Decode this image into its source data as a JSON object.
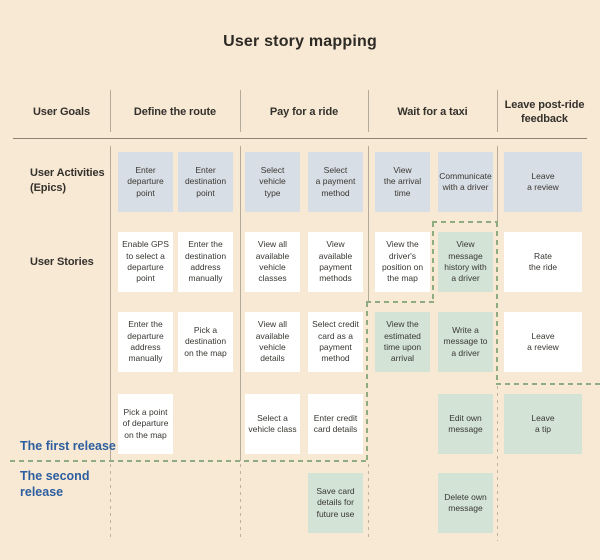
{
  "title": "User story mapping",
  "columns": [
    {
      "label": "User Goals"
    },
    {
      "label": "Define the route"
    },
    {
      "label": "Pay for a ride"
    },
    {
      "label": "Wait for a taxi"
    },
    {
      "label": "Leave post-ride\nfeedback"
    }
  ],
  "row_labels": {
    "epics": "User Activities\n(Epics)",
    "stories": "User Stories"
  },
  "releases": {
    "first": "The first release",
    "second": "The second\nrelease"
  },
  "colors": {
    "background": "#f7e9d4",
    "epic_card": "#d7dee5",
    "story_card": "#ffffff",
    "second_release_card": "#d3e4d7",
    "release_boundary_dash": "#8fac81",
    "release_label_text": "#2d5e9f"
  },
  "cards": [
    {
      "text": "Enter\ndeparture\npoint",
      "col": 0,
      "row": 0,
      "variant": "epic"
    },
    {
      "text": "Enter\ndestination\npoint",
      "col": 1,
      "row": 0,
      "variant": "epic"
    },
    {
      "text": "Select\nvehicle\ntype",
      "col": 2,
      "row": 0,
      "variant": "epic"
    },
    {
      "text": "Select\na payment\nmethod",
      "col": 3,
      "row": 0,
      "variant": "epic"
    },
    {
      "text": "View\nthe arrival\ntime",
      "col": 4,
      "row": 0,
      "variant": "epic"
    },
    {
      "text": "Communicate\nwith a driver",
      "col": 5,
      "row": 0,
      "variant": "epic"
    },
    {
      "text": "Leave\na review",
      "col": 6,
      "row": 0,
      "variant": "epic"
    },
    {
      "text": "Enable GPS\nto select a\ndeparture\npoint",
      "col": 0,
      "row": 1,
      "variant": "story"
    },
    {
      "text": "Enter the\ndestination\naddress\nmanually",
      "col": 1,
      "row": 1,
      "variant": "story"
    },
    {
      "text": "View all\navailable\nvehicle\nclasses",
      "col": 2,
      "row": 1,
      "variant": "story"
    },
    {
      "text": "View\navailable\npayment\nmethods",
      "col": 3,
      "row": 1,
      "variant": "story"
    },
    {
      "text": "View the\ndriver's\nposition on\nthe map",
      "col": 4,
      "row": 1,
      "variant": "story"
    },
    {
      "text": "View message\nhistory with\na driver",
      "col": 5,
      "row": 1,
      "variant": "second"
    },
    {
      "text": "Rate\nthe ride",
      "col": 6,
      "row": 1,
      "variant": "story"
    },
    {
      "text": "Enter the\ndeparture\naddress\nmanually",
      "col": 0,
      "row": 2,
      "variant": "story"
    },
    {
      "text": "Pick a\ndestination\non the map",
      "col": 1,
      "row": 2,
      "variant": "story"
    },
    {
      "text": "View all\navailable\nvehicle\ndetails",
      "col": 2,
      "row": 2,
      "variant": "story"
    },
    {
      "text": "Select credit\ncard as a\npayment\nmethod",
      "col": 3,
      "row": 2,
      "variant": "story"
    },
    {
      "text": "View the\nestimated\ntime upon\narrival",
      "col": 4,
      "row": 2,
      "variant": "second"
    },
    {
      "text": "Write a\nmessage to\na driver",
      "col": 5,
      "row": 2,
      "variant": "second"
    },
    {
      "text": "Leave\na review",
      "col": 6,
      "row": 2,
      "variant": "story"
    },
    {
      "text": "Pick a point\nof departure\non the map",
      "col": 0,
      "row": 3,
      "variant": "story"
    },
    {
      "text": "Select a\nvehicle class",
      "col": 2,
      "row": 3,
      "variant": "story"
    },
    {
      "text": "Enter credit\ncard details",
      "col": 3,
      "row": 3,
      "variant": "story"
    },
    {
      "text": "Edit own\nmessage",
      "col": 5,
      "row": 3,
      "variant": "second"
    },
    {
      "text": "Leave\na tip",
      "col": 6,
      "row": 3,
      "variant": "second"
    },
    {
      "text": "Save card\ndetails for\nfuture use",
      "col": 3,
      "row": 4,
      "variant": "second"
    },
    {
      "text": "Delete own\nmessage",
      "col": 5,
      "row": 4,
      "variant": "second"
    }
  ]
}
